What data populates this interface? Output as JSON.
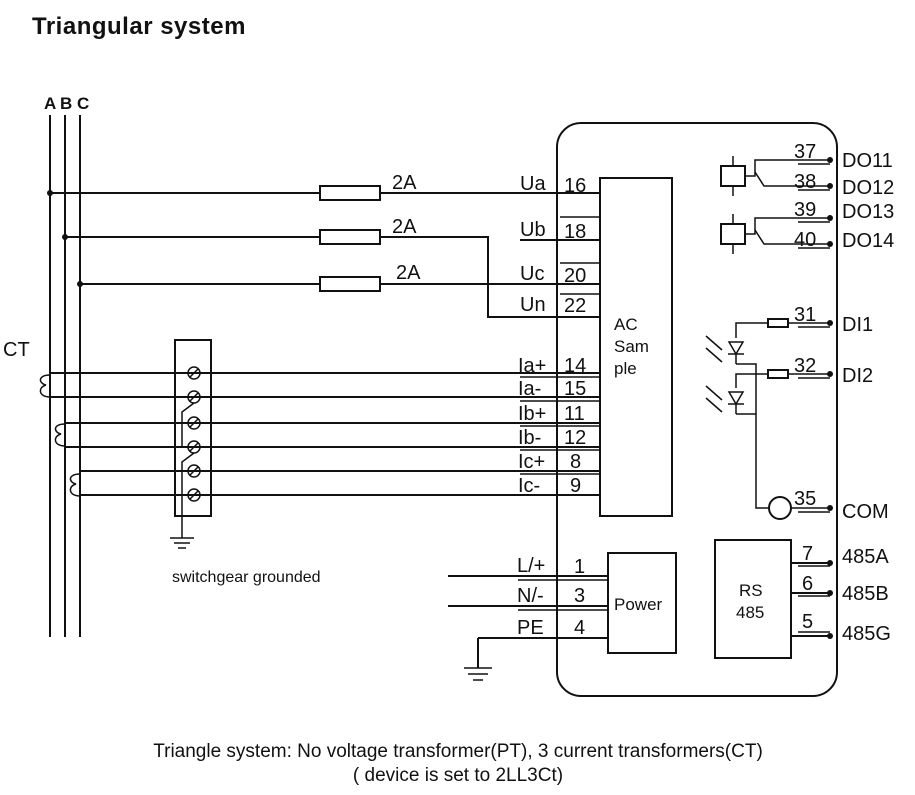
{
  "title": "Triangular system",
  "phases": {
    "a": "A",
    "b": "B",
    "c": "C"
  },
  "ct_label": "CT",
  "fuse_label": "2A",
  "grounded_label": "switchgear grounded",
  "ac_block": {
    "line1": "AC",
    "line2": "Sam",
    "line3": "ple"
  },
  "power_block": "Power",
  "rs_block": {
    "line1": "RS",
    "line2": "485"
  },
  "voltage_terminals": [
    {
      "name": "Ua",
      "num": "16"
    },
    {
      "name": "Ub",
      "num": "18"
    },
    {
      "name": "Uc",
      "num": "20"
    },
    {
      "name": "Un",
      "num": "22"
    }
  ],
  "current_terminals": [
    {
      "name": "Ia+",
      "num": "14"
    },
    {
      "name": "Ia-",
      "num": "15"
    },
    {
      "name": "Ib+",
      "num": "11"
    },
    {
      "name": "Ib-",
      "num": "12"
    },
    {
      "name": "Ic+",
      "num": "8"
    },
    {
      "name": "Ic-",
      "num": "9"
    }
  ],
  "power_terminals": [
    {
      "name": "L/+",
      "num": "1"
    },
    {
      "name": "N/-",
      "num": "3"
    },
    {
      "name": "PE",
      "num": "4"
    }
  ],
  "relay_outputs": [
    {
      "num": "37",
      "label": "DO11"
    },
    {
      "num": "38",
      "label": "DO12"
    },
    {
      "num": "39",
      "label": "DO13"
    },
    {
      "num": "40",
      "label": "DO14"
    }
  ],
  "digital_inputs": [
    {
      "num": "31",
      "label": "DI1"
    },
    {
      "num": "32",
      "label": "DI2"
    },
    {
      "num": "35",
      "label": "COM"
    }
  ],
  "comm_terminals": [
    {
      "num": "7",
      "label": "485A"
    },
    {
      "num": "6",
      "label": "485B"
    },
    {
      "num": "5",
      "label": "485G"
    }
  ],
  "caption": {
    "line1": "Triangle system: No voltage transformer(PT), 3 current transformers(CT)",
    "line2": "( device is set to 2LL3Ct)"
  }
}
